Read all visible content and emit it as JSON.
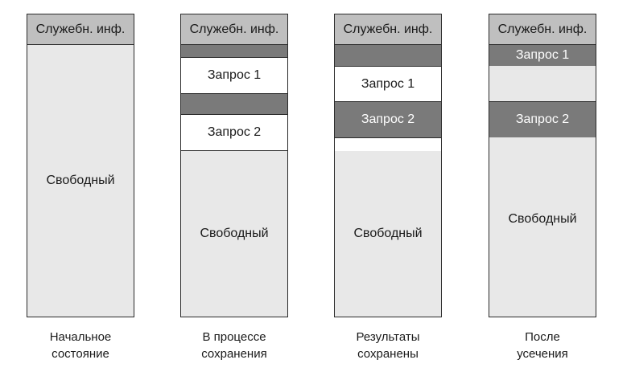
{
  "columns": [
    {
      "header": "Служебн. инф.",
      "free_label": "Свободный",
      "caption_line1": "Начальное",
      "caption_line2": "состояние"
    },
    {
      "header": "Служебн. инф.",
      "request1": "Запрос 1",
      "request2": "Запрос 2",
      "free_label": "Свободный",
      "caption_line1": "В процессе",
      "caption_line2": "сохранения"
    },
    {
      "header": "Служебн. инф.",
      "request1": "Запрос 1",
      "request2": "Запрос 2",
      "free_label": "Свободный",
      "caption_line1": "Результаты",
      "caption_line2": "сохранены"
    },
    {
      "header": "Служебн. инф.",
      "request1": "Запрос 1",
      "request2": "Запрос 2",
      "free_label": "Свободный",
      "caption_line1": "После",
      "caption_line2": "усечения"
    }
  ],
  "colors": {
    "header_fill": "#bfbfbf",
    "used_fill": "#7a7a7a",
    "request_fill": "#ffffff",
    "free_fill": "#e8e8e8"
  }
}
